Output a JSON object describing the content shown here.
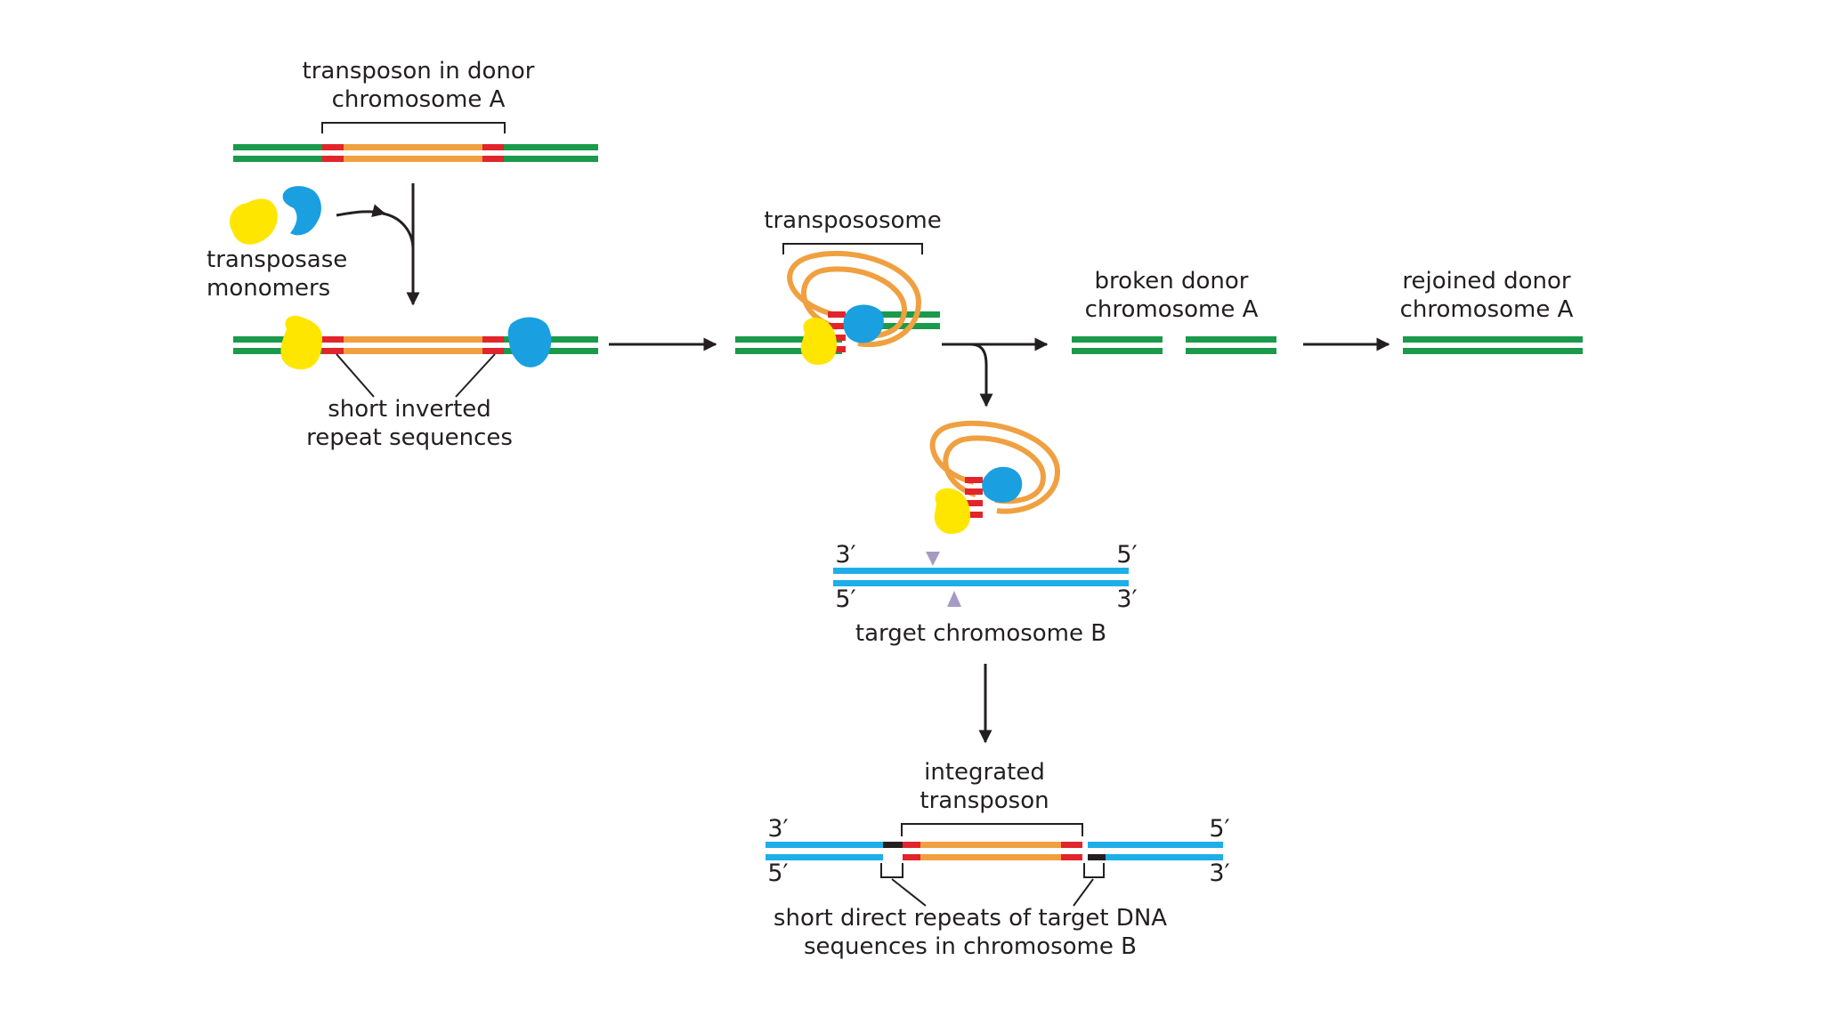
{
  "labels": {
    "transposon_donor_line1": "transposon in donor",
    "transposon_donor_line2": "chromosome A",
    "transposase_line1": "transposase",
    "transposase_line2": "monomers",
    "inverted_repeats_line1": "short inverted",
    "inverted_repeats_line2": "repeat sequences",
    "transpososome": "transpososome",
    "broken_donor_line1": "broken donor",
    "broken_donor_line2": "chromosome A",
    "rejoined_donor_line1": "rejoined donor",
    "rejoined_donor_line2": "chromosome A",
    "target_chromosome": "target chromosome B",
    "integrated_line1": "integrated",
    "integrated_line2": "transposon",
    "direct_repeats_line1": "short direct repeats of target DNA",
    "direct_repeats_line2": "sequences in chromosome B"
  },
  "strand_ends": {
    "target_top_left": "3′",
    "target_top_right": "5′",
    "target_bottom_left": "5′",
    "target_bottom_right": "3′",
    "integrated_top_left": "3′",
    "integrated_top_right": "5′",
    "integrated_bottom_left": "5′",
    "integrated_bottom_right": "3′"
  },
  "colors": {
    "donor_dna": "#1a9a4a",
    "transposon": "#f0a040",
    "inverted_repeat": "#e2242b",
    "target_dna": "#1eaee8",
    "transposase_a": "#ffe600",
    "transposase_b": "#1a9fe0",
    "cut_site": "#a79ac4",
    "arrow": "#231f20"
  }
}
